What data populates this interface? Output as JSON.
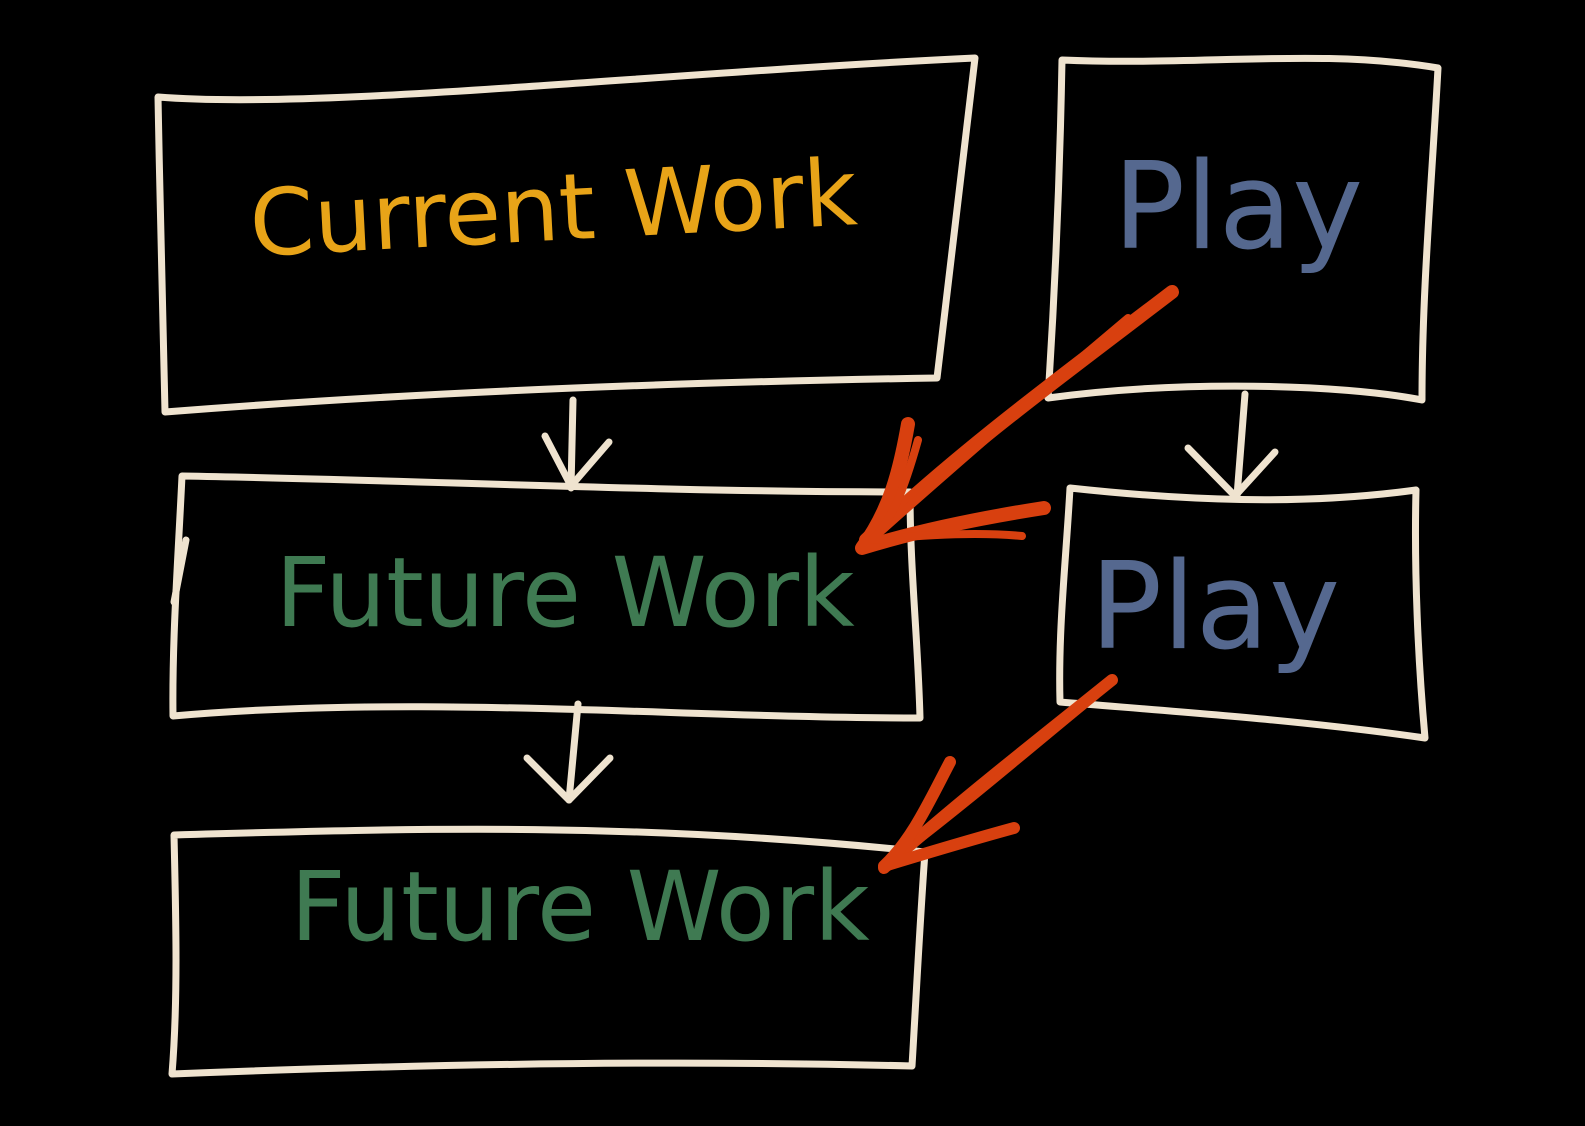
{
  "colors": {
    "background": "#000000",
    "outline": "#efe3cf",
    "current_work": "#e8a418",
    "future_work": "#3f7a52",
    "play": "#55688f",
    "influence_arrow": "#d8400f"
  },
  "nodes": {
    "current_work": {
      "label": "Current Work"
    },
    "play_1": {
      "label": "Play"
    },
    "future_work_1": {
      "label": "Future Work"
    },
    "play_2": {
      "label": "Play"
    },
    "future_work_2": {
      "label": "Future Work"
    }
  },
  "edges": [
    {
      "from": "current_work",
      "to": "future_work_1",
      "style": "outline-arrow"
    },
    {
      "from": "future_work_1",
      "to": "future_work_2",
      "style": "outline-arrow"
    },
    {
      "from": "play_1",
      "to": "play_2",
      "style": "outline-arrow"
    },
    {
      "from": "play_1",
      "to": "future_work_1",
      "style": "red-arrow"
    },
    {
      "from": "play_2",
      "to": "future_work_2",
      "style": "red-arrow"
    }
  ]
}
